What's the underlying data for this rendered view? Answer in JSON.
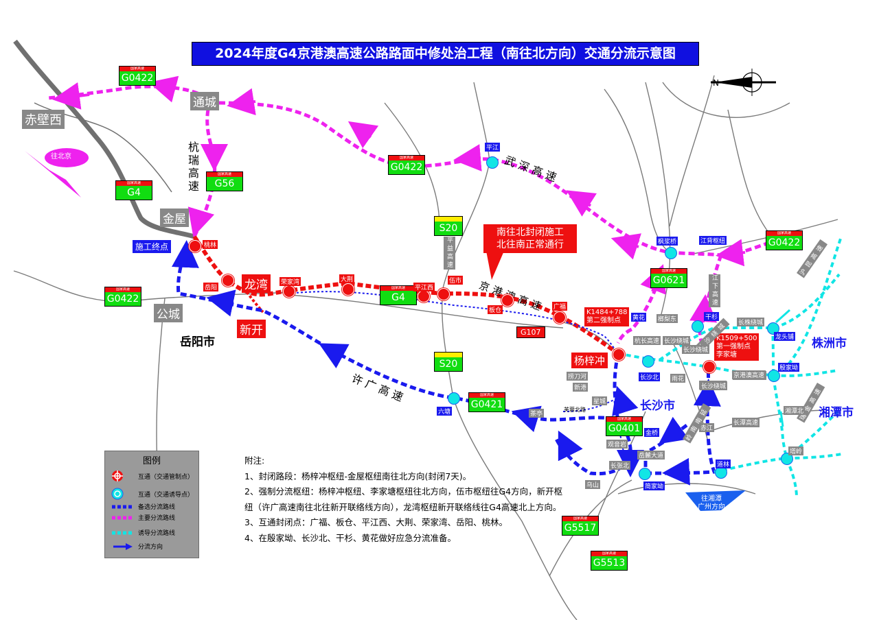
{
  "title": "2024年度G4京港澳高速公路路面中修处治工程（南往北方向）交通分流示意图",
  "direction_north": "往北京",
  "direction_south": "往湘潭\n广州方向",
  "cities": {
    "yueyang": "岳阳市",
    "changsha": "长沙市",
    "zhuzhou": "株洲市",
    "xiangtan": "湘潭市"
  },
  "gray_labels": {
    "chibixi": "赤壁西",
    "tongcheng": "通城",
    "jinwu": "金屋",
    "gongcheng": "公城"
  },
  "red_labels": {
    "longwan": "龙湾",
    "xinkai": "新开",
    "yangzichong": "杨梓冲"
  },
  "callout": "南往北封闭施工\n北往南正常通行",
  "work_end": "施工终点",
  "control_point_2": "K1484+788\n第二强制点",
  "control_point_1": "K1509+500\n第一强制点\n李家塘",
  "road_names": {
    "hangrui": "杭瑞高速",
    "wushen": "武深高速",
    "jinggangao": "京港澳高速",
    "xuguang": "许广高速",
    "jiangxiawu": "江下高速",
    "changshaxian_sw": "长沙绕城",
    "changshaxian_s": "长沙绕城",
    "changshaxian_e": "长沙绕城",
    "jinggangaogs": "京港澳高速",
    "changtan": "长潭高速",
    "huxiang": "沪昆高速",
    "ruijin": "瑞金高速",
    "pingyi": "平益高速",
    "lingnan": "岭南南延",
    "furongbei": "芙蓉北路"
  },
  "shields": [
    {
      "code": "G0422",
      "head": "国家高速"
    },
    {
      "code": "G4",
      "head": "国家高速"
    },
    {
      "code": "G56",
      "head": "国家高速"
    },
    {
      "code": "G0422",
      "head": "国家高速"
    },
    {
      "code": "S20",
      "head": ""
    },
    {
      "code": "G0422",
      "head": "国家高速"
    },
    {
      "code": "G4",
      "head": "国家高速"
    },
    {
      "code": "G0422",
      "head": "国家高速"
    },
    {
      "code": "G0621",
      "head": "国家高速"
    },
    {
      "code": "S20",
      "head": ""
    },
    {
      "code": "G0421",
      "head": "国家高速"
    },
    {
      "code": "G0401",
      "head": "国家高速"
    },
    {
      "code": "G5517",
      "head": "国家高速"
    },
    {
      "code": "G5513",
      "head": "国家高速"
    }
  ],
  "g107": "G107",
  "interchanges_red": [
    "桃林",
    "岳阳",
    "荣家湾",
    "大荆",
    "平江西",
    "伍市",
    "板仓",
    "广福"
  ],
  "interchanges_cyan": [
    "平江",
    "枫浆桥",
    "江背枢纽",
    "黄花",
    "榔梨东",
    "干杉",
    "长株绕城",
    "龙头铺",
    "杭长高速",
    "长沙绕城",
    "长沙北",
    "雨花",
    "殷家坳",
    "京港澳高速",
    "长沙绕城",
    "六塘",
    "捞刀河",
    "新港",
    "星城",
    "茶亭",
    "赤江",
    "长潭高速",
    "湘潭北",
    "塔岭",
    "观音岩",
    "金桥",
    "岳麓大道",
    "长张北",
    "道林",
    "乌山",
    "简家坳"
  ],
  "legend": {
    "heading": "图例",
    "items": [
      "互通（交通管制点）",
      "互通（交通诱导点）",
      "备选分流路线",
      "主要分流路线",
      "诱导分流路线",
      "分流方向"
    ]
  },
  "notes": [
    "附注:",
    "1、封闭路段：杨梓冲枢纽-金屋枢纽南往北方向(封闭7天)。",
    "2、强制分流枢纽：杨梓冲枢纽、李家塘枢纽往北方向，伍市枢纽往G4方向，新开枢纽（许广高速南往北往新开联络线方向），龙湾枢纽新开联络线往G4高速北上方向。",
    "3、互通封闭点：广福、板仓、平江西、大荆、荣家湾、岳阳、桃林。",
    "4、在殷家坳、长沙北、干杉、黄花做好应急分流准备。"
  ],
  "colors": {
    "red": "#ee1010",
    "magenta": "#ee22ee",
    "blue": "#1a1aee",
    "cyan": "#11e5e5",
    "gray": "#808080",
    "green": "#11dd11",
    "title_bg": "#1010e0"
  }
}
